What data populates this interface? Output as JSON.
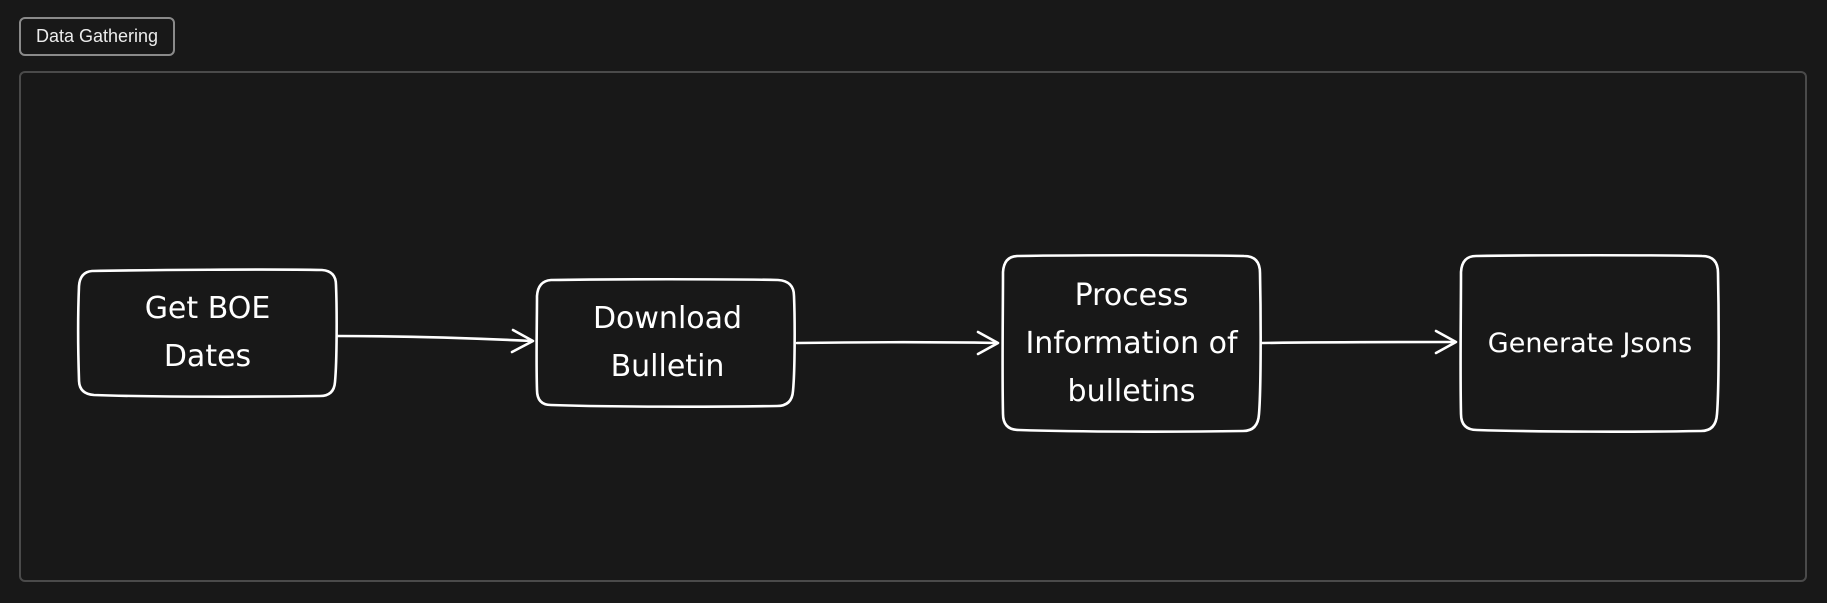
{
  "frame": {
    "label": "Data Gathering"
  },
  "nodes": [
    {
      "id": "n1",
      "label": "Get BOE Dates"
    },
    {
      "id": "n2",
      "label": "Download Bulletin"
    },
    {
      "id": "n3",
      "label": "Process Information of bulletins"
    },
    {
      "id": "n4",
      "label": "Generate Jsons"
    }
  ],
  "edges": [
    {
      "from": "n1",
      "to": "n2"
    },
    {
      "from": "n2",
      "to": "n3"
    },
    {
      "from": "n3",
      "to": "n4"
    }
  ],
  "colors": {
    "background": "#181818",
    "stroke": "#ffffff",
    "frame_border": "#4a4a4a",
    "label_border": "#8a8a8a"
  }
}
